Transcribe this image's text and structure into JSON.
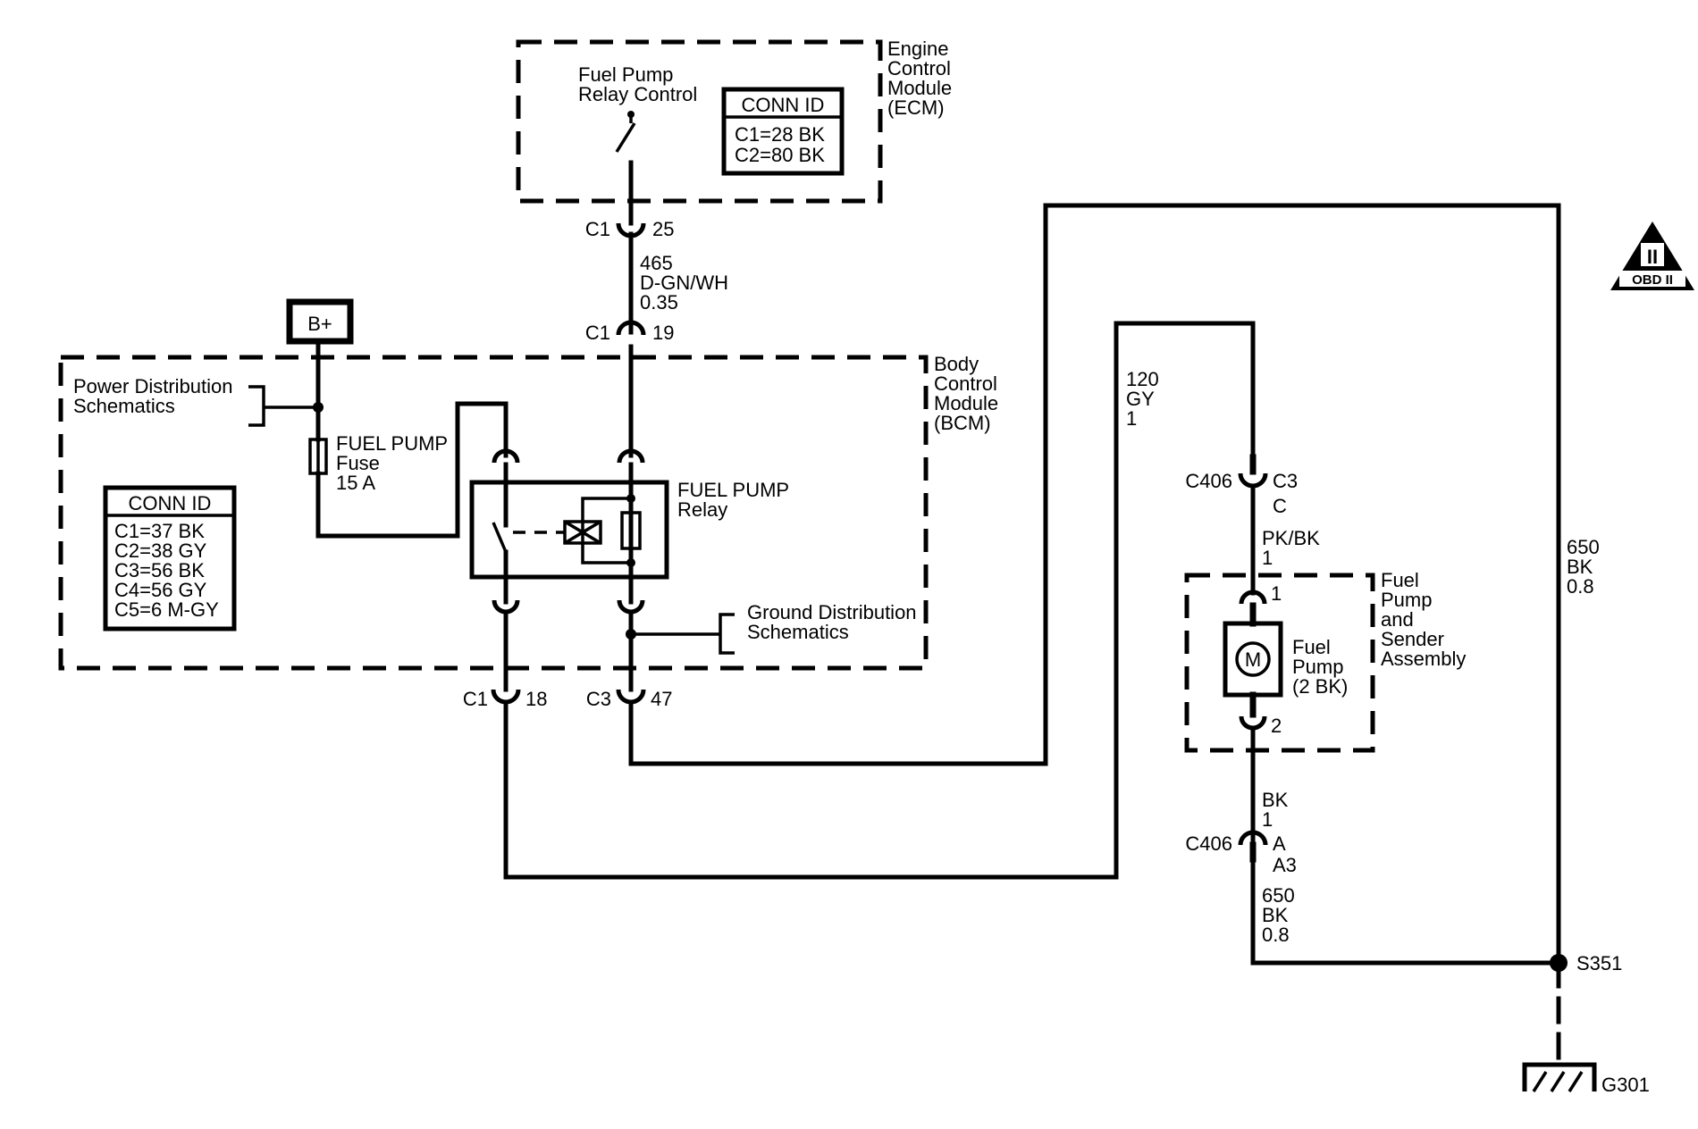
{
  "ecm": {
    "title": [
      "Engine",
      "Control",
      "Module",
      "(ECM)"
    ],
    "relay_control_label": [
      "Fuel Pump",
      "Relay Control"
    ],
    "conn_id": {
      "header": "CONN ID",
      "rows": [
        "C1=28 BK",
        "C2=80 BK"
      ]
    }
  },
  "bcm": {
    "title": [
      "Body",
      "Control",
      "Module",
      "(BCM)"
    ],
    "conn_id": {
      "header": "CONN ID",
      "rows": [
        "C1=37 BK",
        "C2=38 GY",
        "C3=56 BK",
        "C4=56 GY",
        "C5=6 M-GY"
      ]
    },
    "power_distribution": [
      "Power Distribution",
      "Schematics"
    ],
    "ground_distribution": [
      "Ground Distribution",
      "Schematics"
    ],
    "fuse": [
      "FUEL PUMP",
      "Fuse",
      "15 A"
    ],
    "relay": [
      "FUEL PUMP",
      "Relay"
    ]
  },
  "battery_label": "B+",
  "obd_badge": {
    "numeral": "II",
    "text": "OBD II"
  },
  "connectors": {
    "ecm_c1": {
      "conn": "C1",
      "pin": "25"
    },
    "bcm_c1_top": {
      "conn": "C1",
      "pin": "19"
    },
    "bcm_c1_bottom": {
      "conn": "C1",
      "pin": "18"
    },
    "bcm_c3_bottom": {
      "conn": "C3",
      "pin": "47"
    },
    "c406_upper": {
      "conn": "C406",
      "pin": "C3",
      "cavity": "C"
    },
    "c406_lower": {
      "conn": "C406",
      "pin": "A",
      "cavity": "A3"
    }
  },
  "wires": {
    "relay_control": [
      "465",
      "D-GN/WH",
      "0.35"
    ],
    "pump_feed": [
      "120",
      "GY",
      "1"
    ],
    "pump_feed_harness": [
      "PK/BK",
      "1"
    ],
    "pump_ground_harness": [
      "BK",
      "1"
    ],
    "pump_ground": [
      "650",
      "BK",
      "0.8"
    ],
    "ground_return": [
      "650",
      "BK",
      "0.8"
    ]
  },
  "fuel_pump_assembly": {
    "title": [
      "Fuel",
      "Pump",
      "and",
      "Sender",
      "Assembly"
    ],
    "pump_label": [
      "Fuel",
      "Pump",
      "(2 BK)"
    ],
    "motor_symbol": "M",
    "pin_top": "1",
    "pin_bottom": "2"
  },
  "splice": "S351",
  "ground": "G301"
}
